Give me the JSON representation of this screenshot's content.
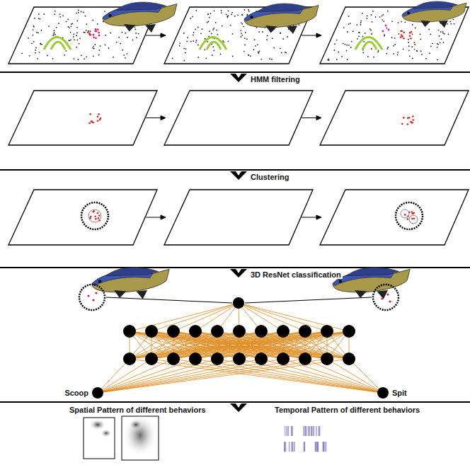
{
  "diagram": {
    "nodes": [
      {
        "text": [
          "Scoop"
        ]
      },
      {
        "text": [
          "Spit"
        ]
      }
    ],
    "labels": [
      "HMM filtering",
      "Clustering",
      "3D ResNet classification",
      "Spatial Pattern of different behaviors",
      "Temporal Pattern of different behaviors"
    ]
  }
}
